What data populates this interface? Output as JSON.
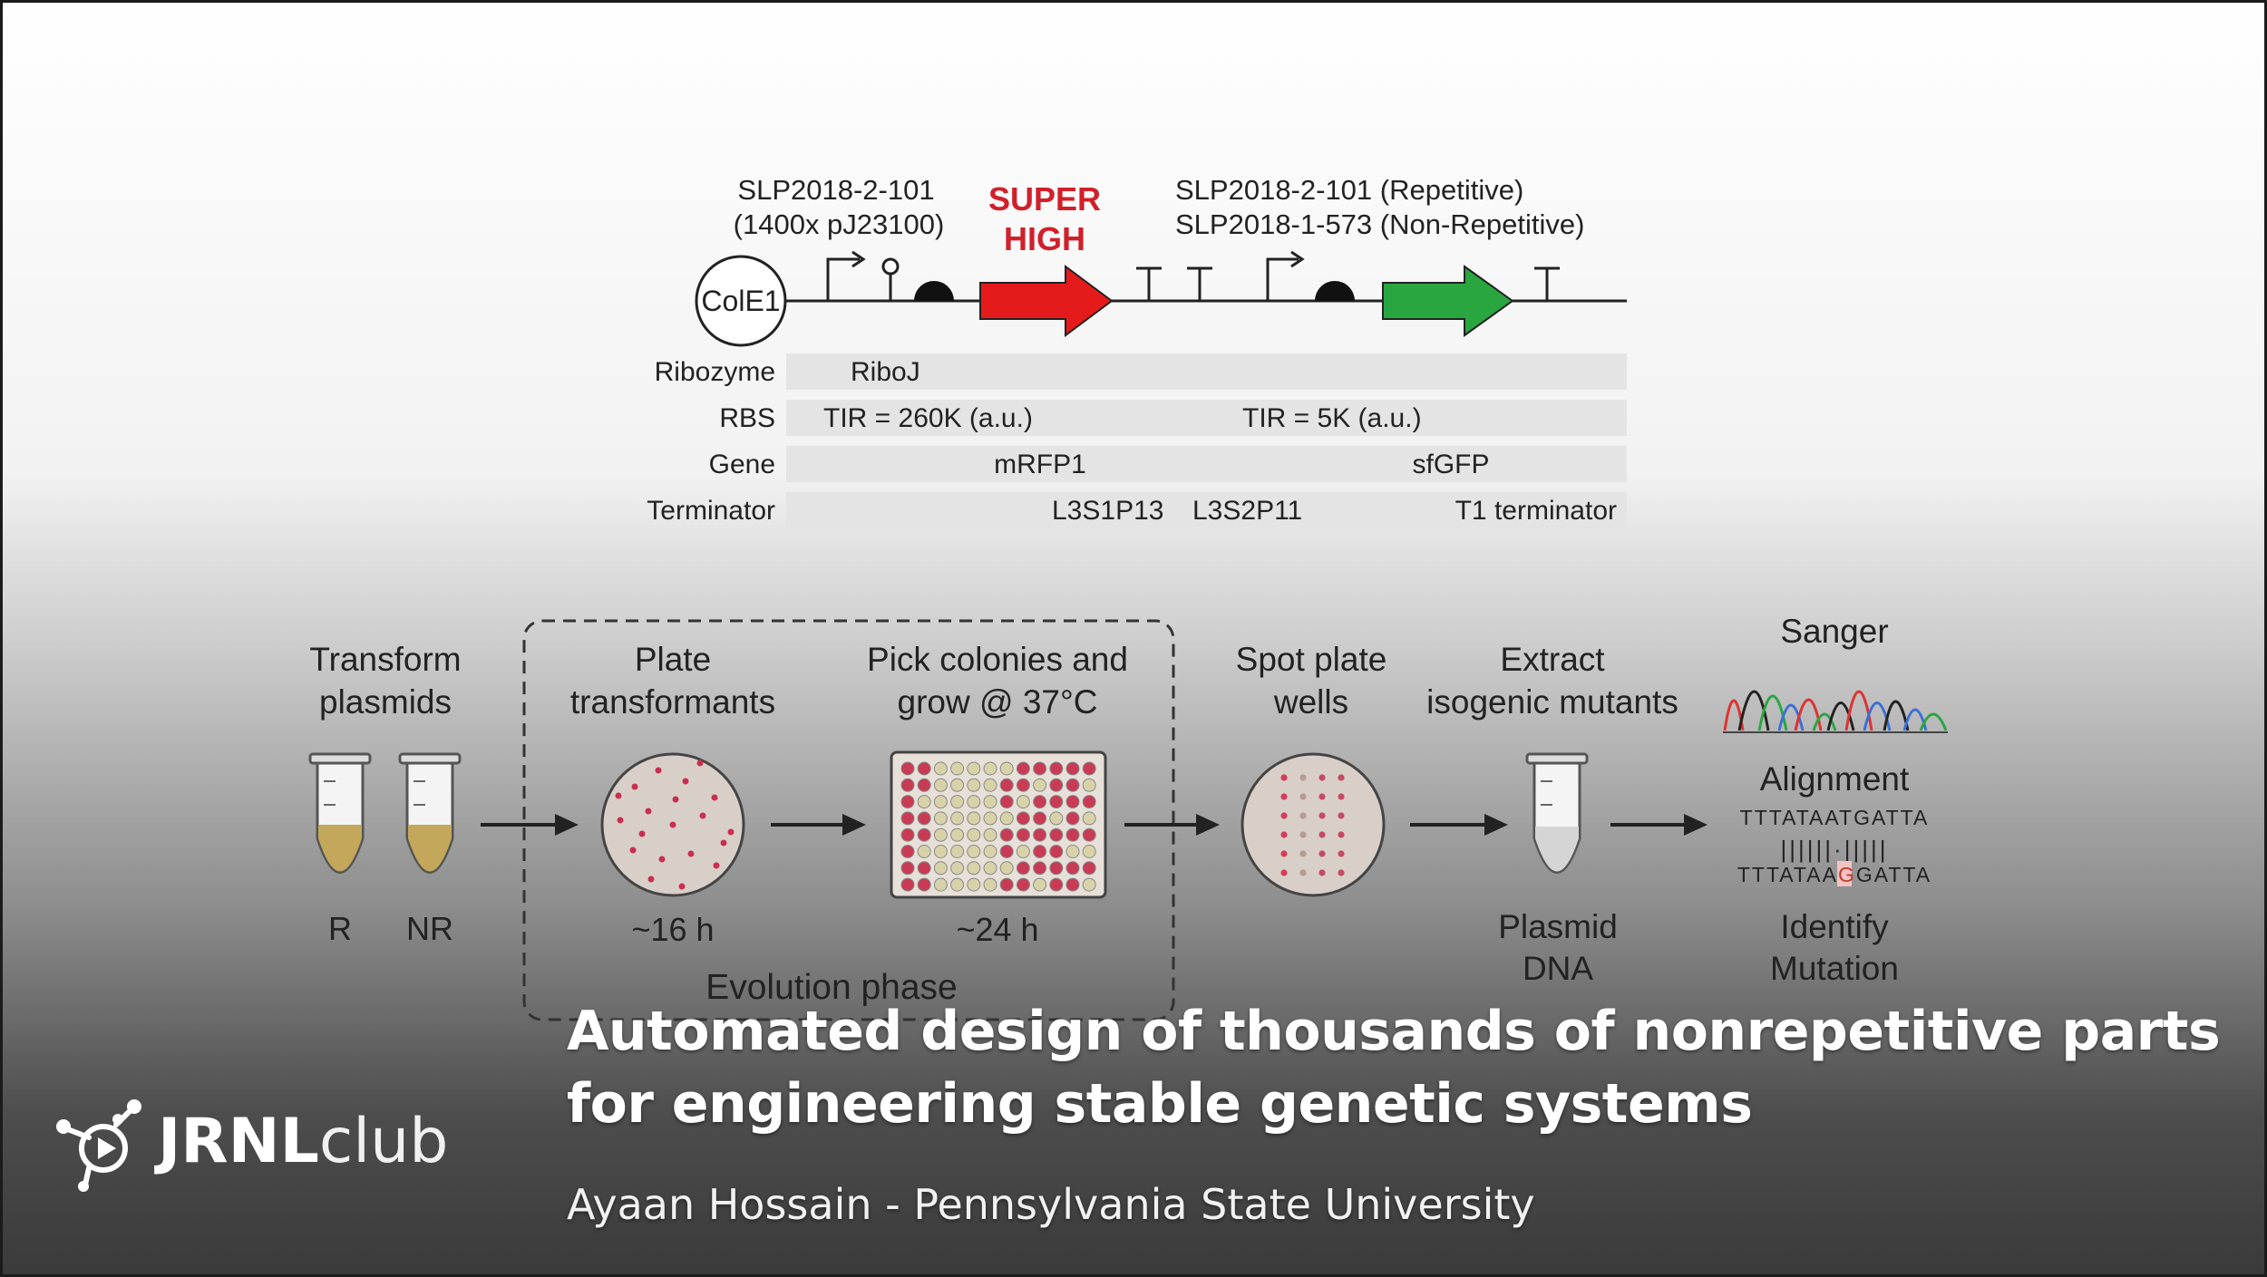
{
  "construct": {
    "promoter_label_1": "SLP2018-2-101",
    "promoter_label_2": "(1400x pJ23100)",
    "super_high_1": "SUPER",
    "super_high_2": "HIGH",
    "promoter2_label_1": "SLP2018-2-101 (Repetitive)",
    "promoter2_label_2": "SLP2018-1-573 (Non-Repetitive)",
    "origin": "ColE1",
    "rows": [
      {
        "label": "Ribozyme",
        "cells": [
          "RiboJ"
        ]
      },
      {
        "label": "RBS",
        "cells": [
          "TIR = 260K (a.u.)",
          "TIR = 5K (a.u.)"
        ]
      },
      {
        "label": "Gene",
        "cells": [
          "mRFP1",
          "sfGFP"
        ]
      },
      {
        "label": "Terminator",
        "cells": [
          "L3S1P13",
          "L3S2P11",
          "T1 terminator"
        ]
      }
    ],
    "colors": {
      "red_gene": "#e51b1b",
      "green_gene": "#2aa640",
      "super_high": "#d0202a"
    }
  },
  "workflow": {
    "step1_line1": "Transform",
    "step1_line2": "plasmids",
    "tube_r": "R",
    "tube_nr": "NR",
    "step2_line1": "Plate",
    "step2_line2": "transformants",
    "step2_time": "~16 h",
    "step3_line1": "Pick colonies and",
    "step3_line2": "grow @ 37°C",
    "step3_time": "~24 h",
    "evolution_phase": "Evolution phase",
    "step4_line1": "Spot plate",
    "step4_line2": "wells",
    "step5_line1": "Extract",
    "step5_line2": "isogenic mutants",
    "step5_bottom1": "Plasmid",
    "step5_bottom2": "DNA",
    "sanger": "Sanger",
    "alignment": "Alignment",
    "seq_top": "TTTATAATGATTA",
    "seq_match": "||||||·|||||",
    "seq_bottom_a": "TTTATAA",
    "seq_bottom_b": "G",
    "seq_bottom_c": "GATTA",
    "identify1": "Identify",
    "identify2": "Mutation"
  },
  "footer": {
    "title_line1": "Automated design of thousands of nonrepetitive parts",
    "title_line2": "for engineering stable genetic systems",
    "subtitle": "Ayaan Hossain - Pennsylvania State University",
    "logo_bold": "JRNL",
    "logo_light": "club"
  }
}
